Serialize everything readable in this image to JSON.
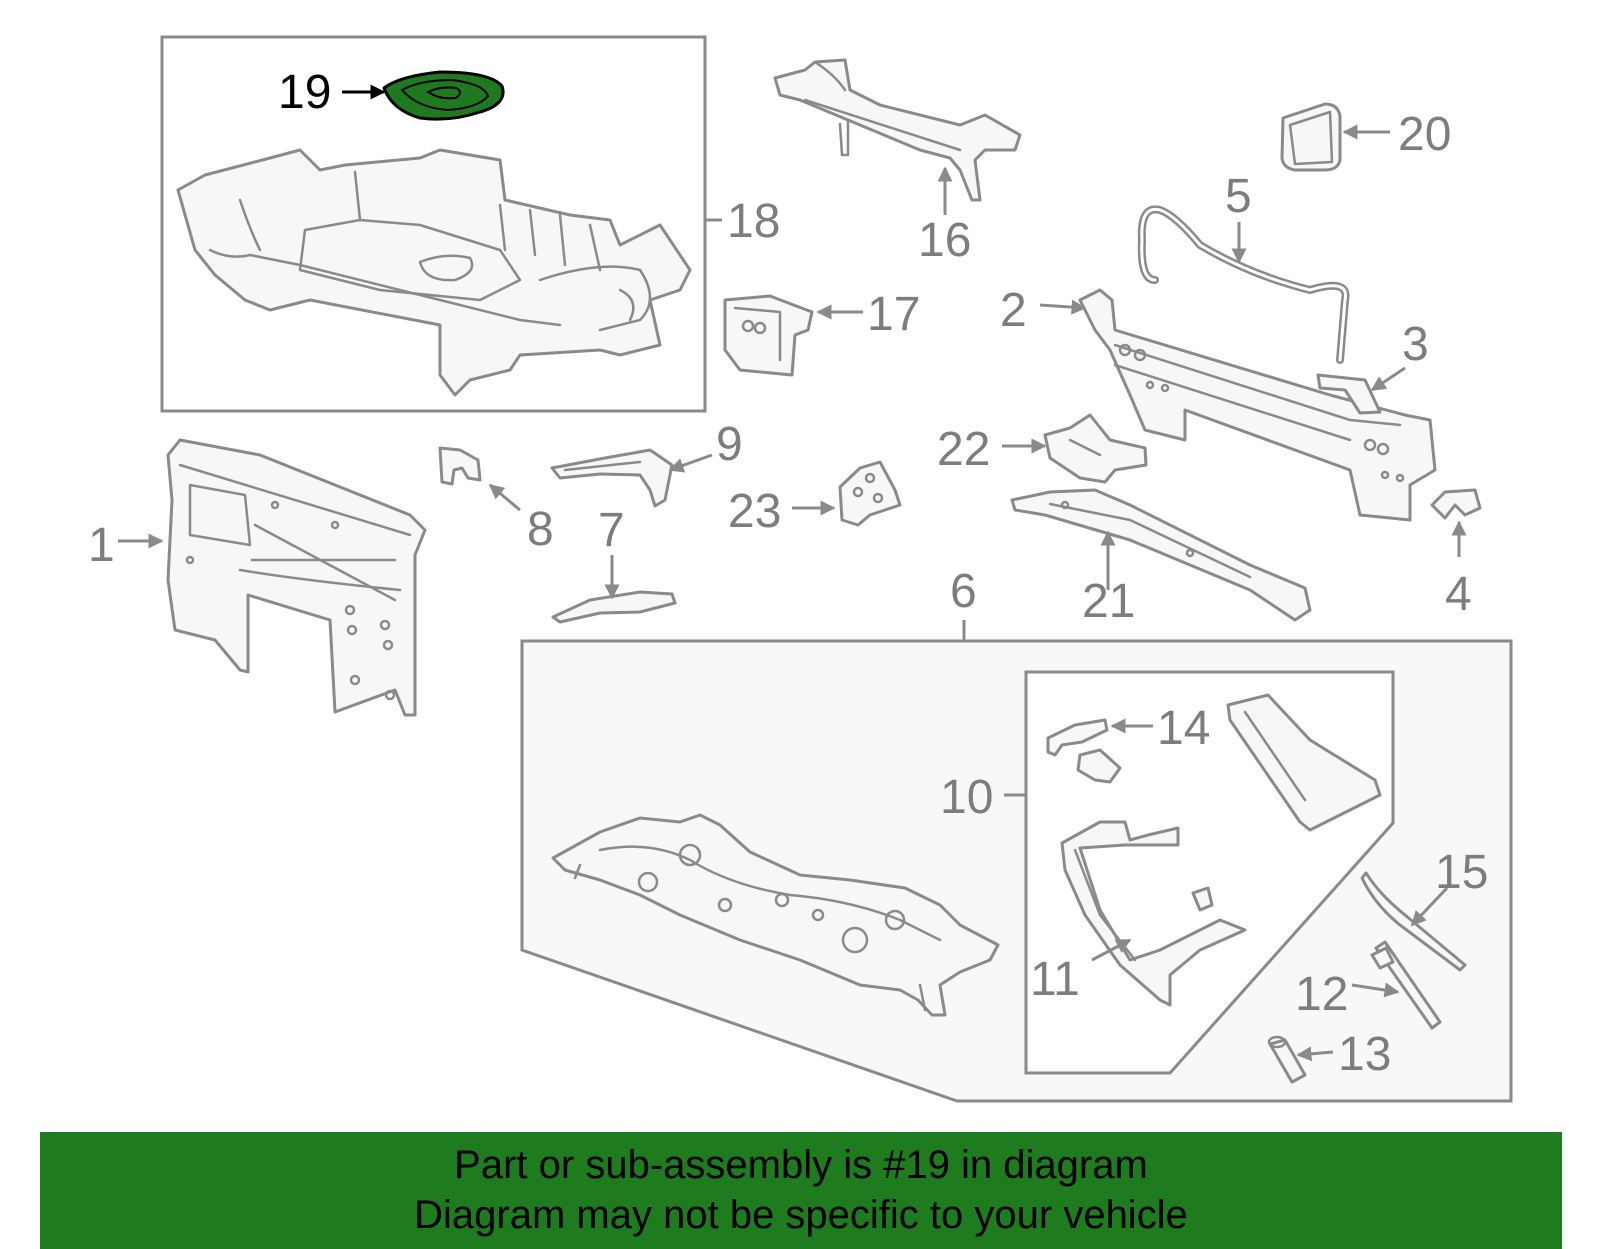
{
  "callouts": {
    "c1": "1",
    "c2": "2",
    "c3": "3",
    "c4": "4",
    "c5": "5",
    "c6": "6",
    "c7": "7",
    "c8": "8",
    "c9": "9",
    "c10": "10",
    "c11": "11",
    "c12": "12",
    "c13": "13",
    "c14": "14",
    "c15": "15",
    "c16": "16",
    "c17": "17",
    "c18": "18",
    "c19": "19",
    "c20": "20",
    "c21": "21",
    "c22": "22",
    "c23": "23"
  },
  "highlight": {
    "part_number": "19",
    "color": "#1e7b1e"
  },
  "banner": {
    "line1": "Part or sub-assembly is #19 in diagram",
    "line2": "Diagram may not be specific to your vehicle",
    "background": "#1e7b1e"
  }
}
